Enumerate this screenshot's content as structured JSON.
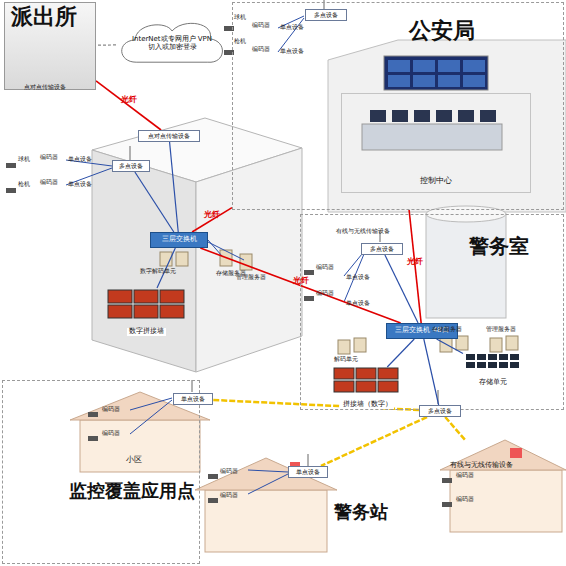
{
  "diagram": {
    "nodes": [
      {
        "text": [
          "派出所"
        ]
      },
      {
        "text": [
          "InterNet或专网用户 VPN切入或加密登录"
        ]
      },
      {
        "text": [
          "公安局"
        ]
      },
      {
        "text": [
          "控制中心"
        ],
        "in": 2
      },
      {
        "text": [
          "多点设备"
        ],
        "in": 2
      },
      {
        "text": [
          "三层交换机"
        ]
      },
      {
        "text": [
          "点对点传输设备"
        ]
      },
      {
        "text": [
          "多点设备"
        ]
      },
      {
        "text": [
          "数字拼接墙"
        ]
      },
      {
        "text": [
          "警务室"
        ]
      },
      {
        "text": [
          "三层交换机 48口"
        ],
        "in": 9
      },
      {
        "text": [
          "多点设备"
        ],
        "in": 9
      },
      {
        "text": [
          "拼接墙（数字）"
        ],
        "in": 9
      },
      {
        "text": [
          "存储单元"
        ],
        "in": 9
      },
      {
        "text": [
          "多点设备"
        ],
        "in": 9
      },
      {
        "text": [
          "监控覆盖应用点"
        ]
      },
      {
        "text": [
          "单点设备"
        ],
        "in": 15
      },
      {
        "text": [
          "警务站"
        ]
      },
      {
        "text": [
          "单点设备"
        ],
        "in": 17
      },
      {
        "text": [
          "有线与无线传输设备"
        ]
      }
    ],
    "edges": [
      {
        "from": 1,
        "to": 0,
        "arrow": "none"
      },
      {
        "from": 0,
        "to": 6,
        "label": "光纤",
        "arrow": "none"
      },
      {
        "from": 6,
        "to": 5,
        "arrow": "none"
      },
      {
        "from": 5,
        "to": 2,
        "label": "光纤",
        "arrow": "none"
      },
      {
        "from": 5,
        "to": 10,
        "label": "光纤",
        "arrow": "none"
      },
      {
        "from": 2,
        "to": 10,
        "label": "光纤",
        "arrow": "none"
      },
      {
        "from": 5,
        "to": 7,
        "arrow": "none"
      },
      {
        "from": 5,
        "to": 8,
        "arrow": "none"
      },
      {
        "from": 10,
        "to": 11,
        "arrow": "none"
      },
      {
        "from": 10,
        "to": 12,
        "arrow": "none"
      },
      {
        "from": 10,
        "to": 13,
        "arrow": "none"
      },
      {
        "from": 10,
        "to": 14,
        "arrow": "none"
      },
      {
        "from": 14,
        "to": 16,
        "arrow": "none"
      },
      {
        "from": 14,
        "to": 18,
        "arrow": "none"
      },
      {
        "from": 14,
        "to": 19,
        "arrow": "none"
      }
    ],
    "labels": [
      "点对点传输设备",
      "编码器",
      "编码器",
      "球机",
      "枪机",
      "单点设备",
      "单点设备",
      "编码器",
      "编码器",
      "球机",
      "枪机",
      "单点设备",
      "单点设备",
      "数字解码单元",
      "存储服务器",
      "管理服务器",
      "编码器",
      "编码器",
      "单点设备",
      "单点设备",
      "解码单元",
      "存储服务器",
      "管理服务器",
      "编码器",
      "编码器",
      "小区",
      "编码器",
      "编码器",
      "编码器",
      "编码器",
      "有线与无线传输设备"
    ]
  }
}
